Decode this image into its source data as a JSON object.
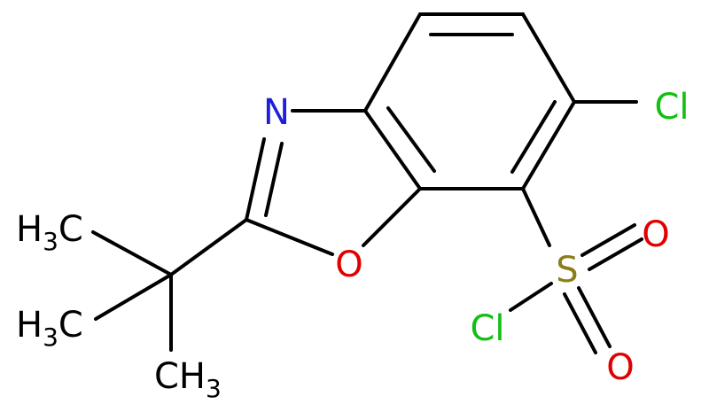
{
  "molecule": {
    "atoms": {
      "N": {
        "label": "N",
        "color": "#1f1fd8"
      },
      "O_ring": {
        "label": "O",
        "color": "#e00000"
      },
      "Cl_ring": {
        "label": "Cl",
        "color": "#12c012"
      },
      "S": {
        "label": "S",
        "color": "#8a7d1a"
      },
      "O_top": {
        "label": "O",
        "color": "#e00000"
      },
      "O_bottom": {
        "label": "O",
        "color": "#e00000"
      },
      "Cl_sulfonyl": {
        "label": "Cl",
        "color": "#12c012"
      },
      "CH3_top": {
        "main": "H",
        "sub": "3",
        "tail": "C",
        "color": "#000000"
      },
      "CH3_middle": {
        "main": "H",
        "sub": "3",
        "tail": "C",
        "color": "#000000"
      },
      "CH3_bottom": {
        "main": "CH",
        "sub": "3",
        "color": "#000000"
      }
    }
  }
}
